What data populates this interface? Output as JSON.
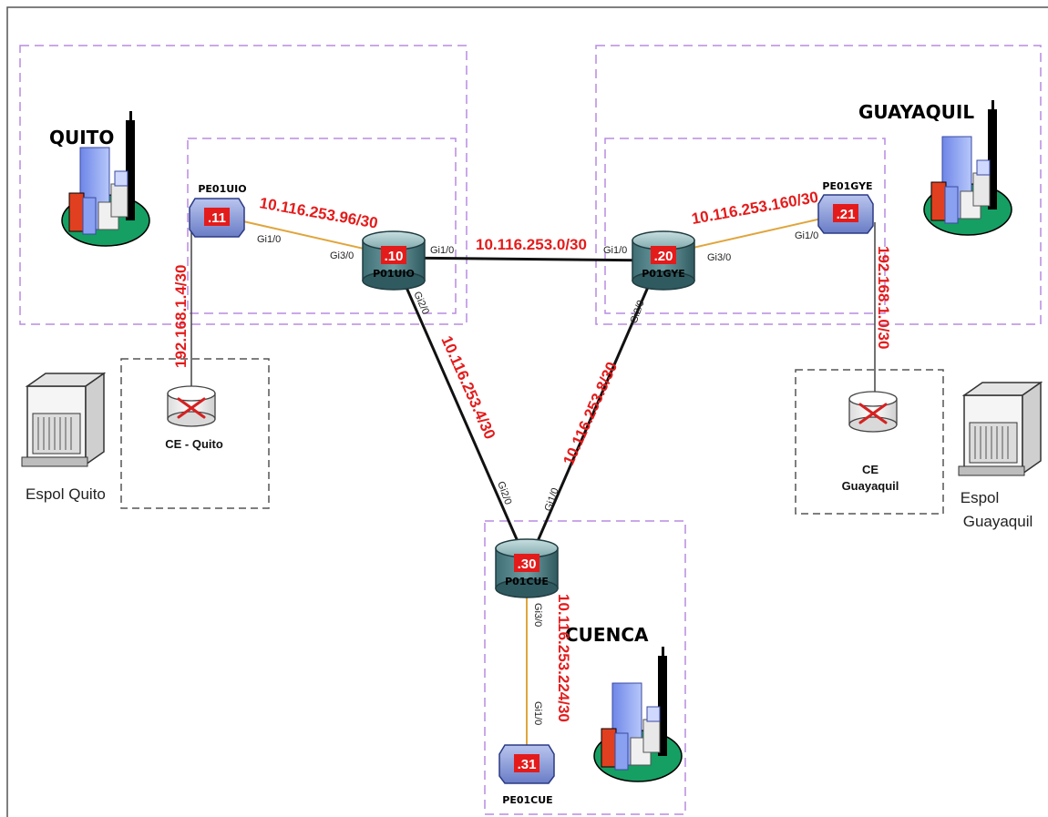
{
  "cities": {
    "quito": "QUITO",
    "guayaquil": "GUAYAQUIL",
    "cuenca": "CUENCA"
  },
  "networks": {
    "pe_uio": "10.116.253.96/30",
    "core_uio_gye": "10.116.253.0/30",
    "pe_gye": "10.116.253.160/30",
    "ce_quito": "192.168.1.4/30",
    "ce_guayaquil": "192.168.1.0/30",
    "core_uio_cue": "10.116.253.4/30",
    "core_gye_cue": "10.116.253.8/30",
    "pe_cue": "10.116.253.224/30"
  },
  "routers": {
    "p01uio": {
      "name": "P01UIO",
      "ip": ".10"
    },
    "p01gye": {
      "name": "P01GYE",
      "ip": ".20"
    },
    "p01cue": {
      "name": "P01CUE",
      "ip": ".30"
    },
    "pe01uio": {
      "name": "PE01UIO",
      "ip": ".11"
    },
    "pe01gye": {
      "name": "PE01GYE",
      "ip": ".21"
    },
    "pe01cue": {
      "name": "PE01CUE",
      "ip": ".31"
    }
  },
  "interfaces": {
    "pe01uio_gi1": "Gi1/0",
    "p01uio_gi3": "Gi3/0",
    "p01uio_gi1": "Gi1/0",
    "p01gye_gi1": "Gi1/0",
    "p01gye_gi3": "Gi3/0",
    "pe01gye_gi1": "Gi1/0",
    "p01uio_gi2": "Gi2/0",
    "p01gye_gi2": "Gi2/0",
    "p01cue_gi2": "Gi2/0",
    "p01cue_gi1": "Gi1/0",
    "p01cue_gi3": "Gi3/0",
    "pe01cue_gi1": "Gi1/0"
  },
  "ce": {
    "quito": "CE - Quito",
    "guayaquil_line1": "CE",
    "guayaquil_line2": "Guayaquil"
  },
  "sites": {
    "quito": "Espol Quito",
    "guayaquil_line1": "Espol",
    "guayaquil_line2": "Guayaquil"
  },
  "colors": {
    "region_border": "#b98be0",
    "ce_border": "#555555",
    "core_link": "#111111",
    "access_link": "#e0a53c",
    "label_red": "#e41b1b"
  }
}
